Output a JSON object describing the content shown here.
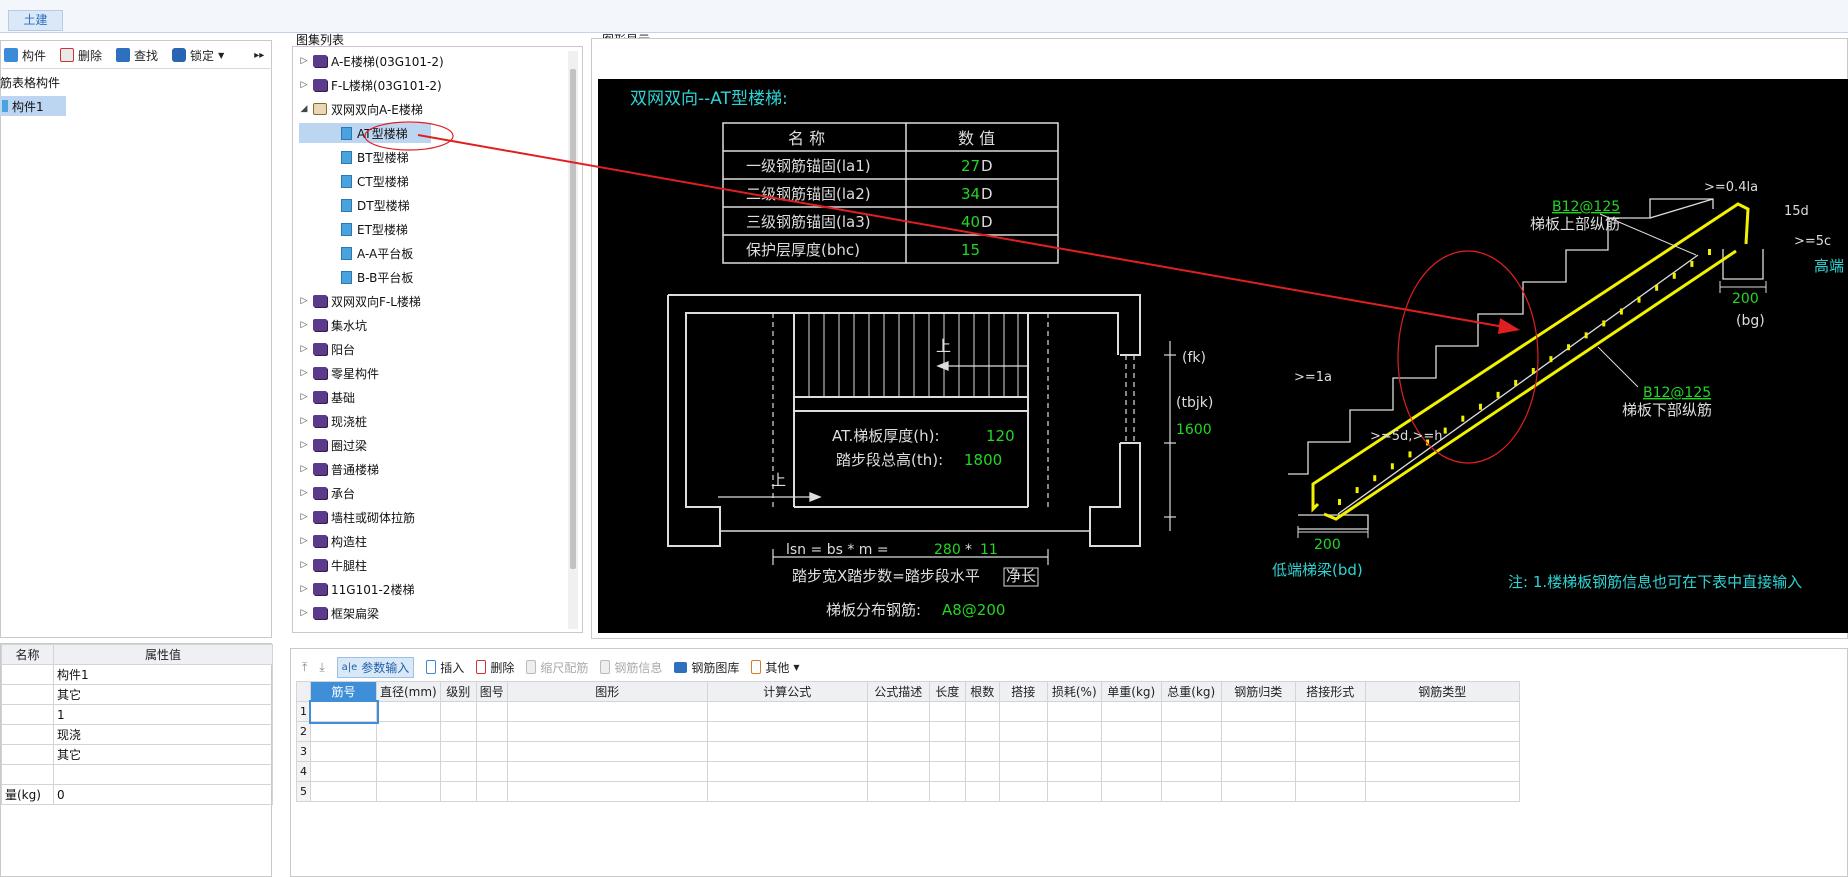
{
  "top_tab": "土建",
  "left_toolbar": {
    "component": "构件",
    "delete": "删除",
    "find": "查找",
    "lock": "锁定"
  },
  "left_tree": {
    "root": "筋表格构件",
    "item": "构件1"
  },
  "props": {
    "headers": [
      "名称",
      "属性值"
    ],
    "rows": [
      {
        "name": "",
        "value": "构件1"
      },
      {
        "name": "",
        "value": "其它"
      },
      {
        "name": "",
        "value": "1"
      },
      {
        "name": "",
        "value": "现浇"
      },
      {
        "name": "",
        "value": "其它"
      },
      {
        "name": "",
        "value": ""
      },
      {
        "name": "量(kg)",
        "value": "0"
      }
    ]
  },
  "atlas": {
    "title": "图集列表",
    "items": [
      {
        "label": "A-E楼梯(03G101-2)",
        "type": "book"
      },
      {
        "label": "F-L楼梯(03G101-2)",
        "type": "book"
      },
      {
        "label": "双网双向A-E楼梯",
        "type": "open"
      },
      {
        "label": "AT型楼梯",
        "type": "doc"
      },
      {
        "label": "BT型楼梯",
        "type": "doc"
      },
      {
        "label": "CT型楼梯",
        "type": "doc"
      },
      {
        "label": "DT型楼梯",
        "type": "doc"
      },
      {
        "label": "ET型楼梯",
        "type": "doc"
      },
      {
        "label": "A-A平台板",
        "type": "doc"
      },
      {
        "label": "B-B平台板",
        "type": "doc"
      },
      {
        "label": "双网双向F-L楼梯",
        "type": "book"
      },
      {
        "label": "集水坑",
        "type": "book"
      },
      {
        "label": "阳台",
        "type": "book"
      },
      {
        "label": "零星构件",
        "type": "book"
      },
      {
        "label": "基础",
        "type": "book"
      },
      {
        "label": "现浇桩",
        "type": "book"
      },
      {
        "label": "圈过梁",
        "type": "book"
      },
      {
        "label": "普通楼梯",
        "type": "book"
      },
      {
        "label": "承台",
        "type": "book"
      },
      {
        "label": "墙柱或砌体拉筋",
        "type": "book"
      },
      {
        "label": "构造柱",
        "type": "book"
      },
      {
        "label": "牛腿柱",
        "type": "book"
      },
      {
        "label": "11G101-2楼梯",
        "type": "book"
      },
      {
        "label": "框架扁梁",
        "type": "book"
      }
    ]
  },
  "graphic": {
    "title": "图形显示",
    "heading": "双网双向--AT型楼梯:",
    "table_headers": [
      "名  称",
      "数  值"
    ],
    "table_rows": [
      {
        "name": "一级钢筋锚固(la1)",
        "value": "27",
        "unit": "D"
      },
      {
        "name": "二级钢筋锚固(la2)",
        "value": "34",
        "unit": "D"
      },
      {
        "name": "三级钢筋锚固(la3)",
        "value": "40",
        "unit": "D"
      },
      {
        "name": "保护层厚度(bhc)",
        "value": "15",
        "unit": ""
      }
    ],
    "plan_up1": "上",
    "plan_up2": "上",
    "thick_label": "AT.梯板厚度(h):",
    "thick_value": "120",
    "height_label": "踏步段总高(th):",
    "height_value": "1800",
    "fk": "(fk)",
    "tbjk": "(tbjk)",
    "tbjk_value": "1600",
    "lsn_prefix": "lsn = bs * m =",
    "lsn_bs": "280",
    "lsn_mul": "*",
    "lsn_m": "11",
    "step_formula": "踏步宽X踏步数=踏步段水平",
    "step_formula_box": "净长",
    "dist_label": "梯板分布钢筋:",
    "dist_value": "A8@200",
    "top_rebar": "B12@125",
    "top_rebar_label": "梯板上部纵筋",
    "bot_rebar": "B12@125",
    "bot_rebar_label": "梯板下部纵筋",
    "la04": ">=0.4la",
    "d15": "15d",
    "ge5": ">=5c",
    "high_end": "高端",
    "dim200_top": "200",
    "bg": "(bg)",
    "ge1a": ">=1a",
    "ge5dh": ">=5d,>=h",
    "dim200_bot": "200",
    "low_end": "低端梯梁(bd)",
    "note": "注: 1.楼梯板钢筋信息也可在下表中直接输入"
  },
  "bottom_toolbar": {
    "param": "参数输入",
    "insert": "插入",
    "delete": "删除",
    "scale": "缩尺配筋",
    "info": "钢筋信息",
    "lib": "钢筋图库",
    "other": "其他"
  },
  "grid": {
    "headers": [
      "筋号",
      "直径(mm)",
      "级别",
      "图号",
      "图形",
      "计算公式",
      "公式描述",
      "长度",
      "根数",
      "搭接",
      "损耗(%)",
      "单重(kg)",
      "总重(kg)",
      "钢筋归类",
      "搭接形式",
      "钢筋类型"
    ],
    "row_numbers": [
      "1",
      "2",
      "3",
      "4",
      "5"
    ]
  },
  "colors": {
    "cad_cyan": "#2fd3d3",
    "cad_green": "#23d623",
    "cad_yellow": "#f2f200",
    "arrow_red": "#e02020"
  }
}
